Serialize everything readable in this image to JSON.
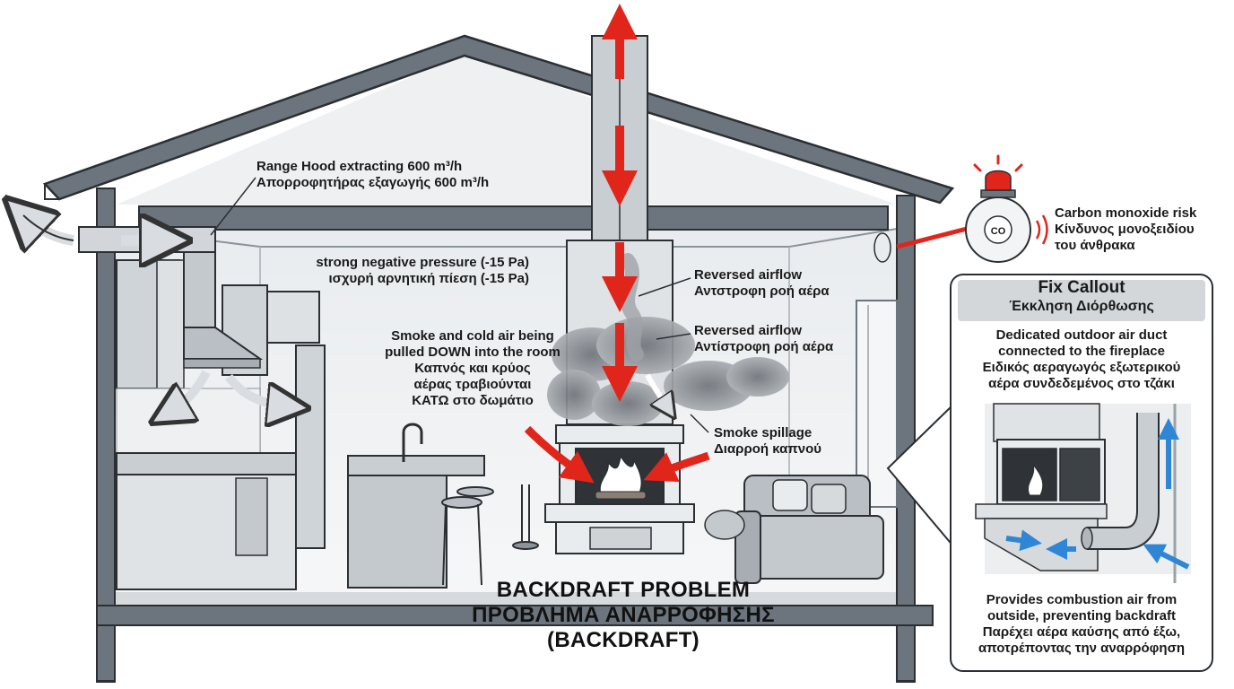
{
  "labels": {
    "range_hood": {
      "line1": "Range Hood extracting 600 m³/h",
      "line2": "Απορροφητήρας εξαγωγής 600 m³/h"
    },
    "negative_pressure": {
      "line1": "strong negative pressure (-15 Pa)",
      "line2": "ισχυρή αρνητική πίεση (-15 Pa)"
    },
    "smoke_pulled": {
      "line1": "Smoke and cold air being",
      "line2": "pulled DOWN into the room",
      "line3": "Καπνός και κρύος",
      "line4": "αέρας τραβιούνται",
      "line5": "ΚΑΤΩ στο δωμάτιο"
    },
    "reversed_1": {
      "line1": "Reversed airflow",
      "line2": "Αντστροφη ροή αέρα"
    },
    "reversed_2": {
      "line1": "Reversed airflow",
      "line2": "Αντίστροφη ροή αέρα"
    },
    "smoke_spillage": {
      "line1": "Smoke spillage",
      "line2": "Διαρροή καπνού"
    },
    "co_risk": {
      "line1": "Carbon monoxide risk",
      "line2": "Κίνδυνος μονοξειδίου",
      "line3": "του άνθρακα"
    },
    "co_detector_text": "CO"
  },
  "title": {
    "line1": "BACKDRAFT PROBLEM",
    "line2": "ΠΡΟΒΛΗΜΑ ΑΝΑΡΡΟΦΗΣΗΣ",
    "line3": "(BACKDRAFT)"
  },
  "fix_callout": {
    "heading": "Fix Callout",
    "heading_gr": "Έκκληση Διόρθωσης",
    "desc1": "Dedicated outdoor air duct",
    "desc2": "connected to the fireplace",
    "desc3": "Ειδικός αεραγωγός εξωτερικού",
    "desc4": "αέρα συνδεδεμένος στο τζάκι",
    "bottom1": "Provides combustion air from",
    "bottom2": "outside, preventing backdraft",
    "bottom3": "Παρέχει αέρα καύσης από έξω,",
    "bottom4": "αποτρέποντας την αναρρόφηση"
  },
  "colors": {
    "arrow_red": "#e0261b",
    "arrow_blue": "#2f86d6",
    "structure": "#5c646c",
    "smoke": "#8e9297"
  }
}
